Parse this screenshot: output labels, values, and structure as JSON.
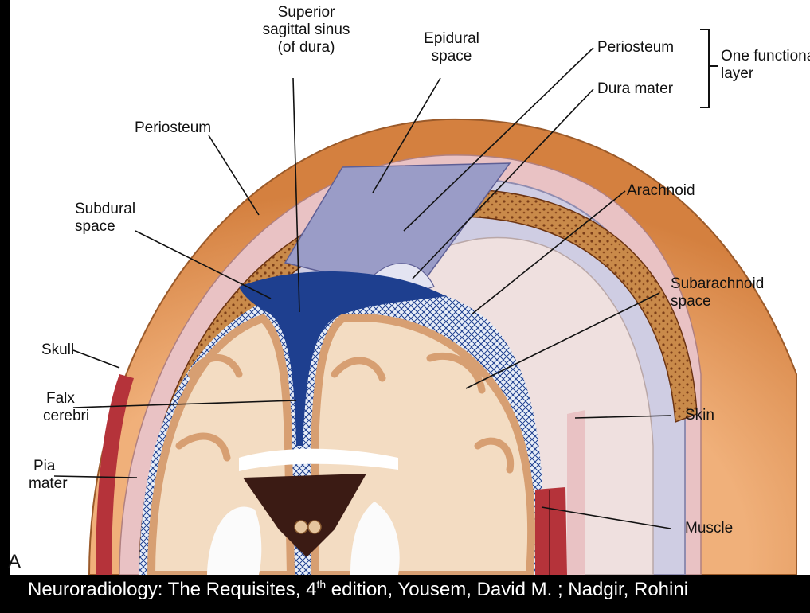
{
  "labels": {
    "superior_sagittal_sinus": [
      "Superior",
      "sagittal sinus",
      "(of dura)"
    ],
    "epidural_space": [
      "Epidural",
      "space"
    ],
    "periosteum_top": "Periosteum",
    "dura_mater": "Dura mater",
    "one_functional_layer": [
      "One functional",
      "layer"
    ],
    "periosteum_left": "Periosteum",
    "arachnoid": "Arachnoid",
    "subdural_space": [
      "Subdural",
      "space"
    ],
    "subarachnoid_space": [
      "Subarachnoid",
      "space"
    ],
    "skull": "Skull",
    "falx_cerebri": [
      "Falx",
      "cerebri"
    ],
    "skin": "Skin",
    "pia_mater": [
      "Pia",
      "mater"
    ],
    "muscle": "Muscle"
  },
  "panel_letter": "A",
  "citation": {
    "before_sup": "Neuroradiology: The Requisites, 4",
    "sup": "th",
    "after_sup": " edition, Yousem, David M. ; Nadgir, Rohini"
  },
  "colors": {
    "background": "#000000",
    "skin": "#e39a5e",
    "bone": "#c98a4a",
    "dura": "#c9c6dc",
    "sinus": "#1e3f8f",
    "brain": "#f3dcc2",
    "cortex": "#d79f72",
    "muscle": "#b5333a"
  }
}
